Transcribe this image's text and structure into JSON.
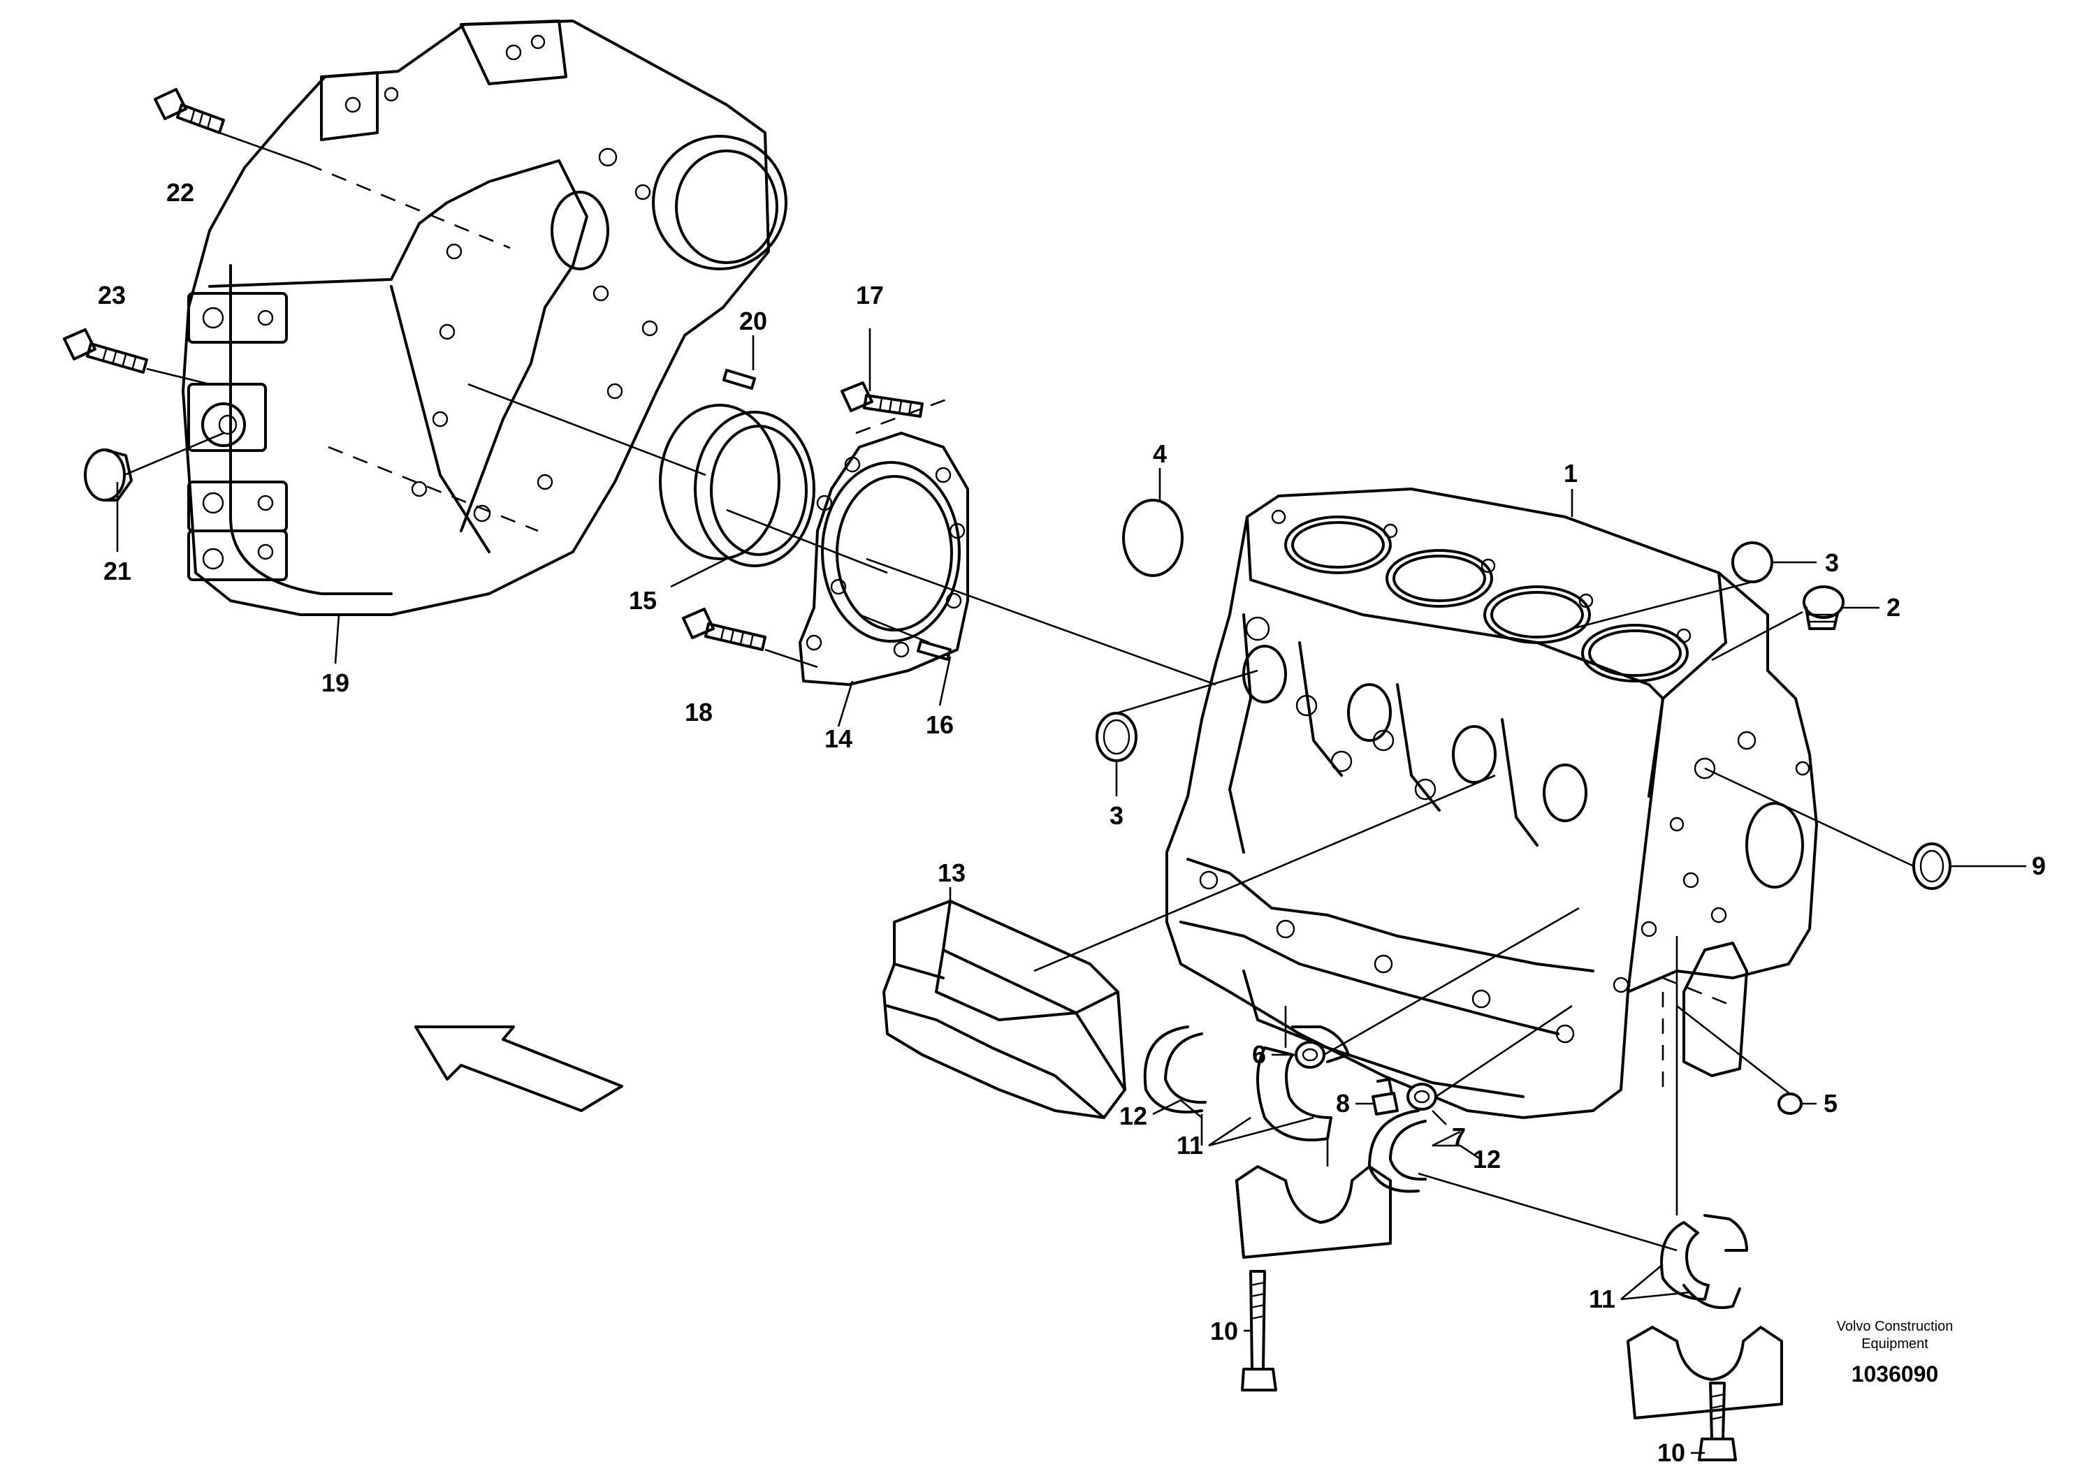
{
  "callouts": {
    "c1": "1",
    "c2": "2",
    "c3a": "3",
    "c3b": "3",
    "c4": "4",
    "c5": "5",
    "c6": "6",
    "c7": "7",
    "c8": "8",
    "c9": "9",
    "c10a": "10",
    "c10b": "10",
    "c11a": "11",
    "c11b": "11",
    "c12a": "12",
    "c12b": "12",
    "c13": "13",
    "c14": "14",
    "c15": "15",
    "c16": "16",
    "c17": "17",
    "c18": "18",
    "c19": "19",
    "c20": "20",
    "c21": "21",
    "c22": "22",
    "c23": "23"
  },
  "credit": {
    "line1": "Volvo Construction",
    "line2": "Equipment",
    "number": "1036090"
  },
  "colors": {
    "ink": "#000000",
    "paper": "#ffffff"
  }
}
